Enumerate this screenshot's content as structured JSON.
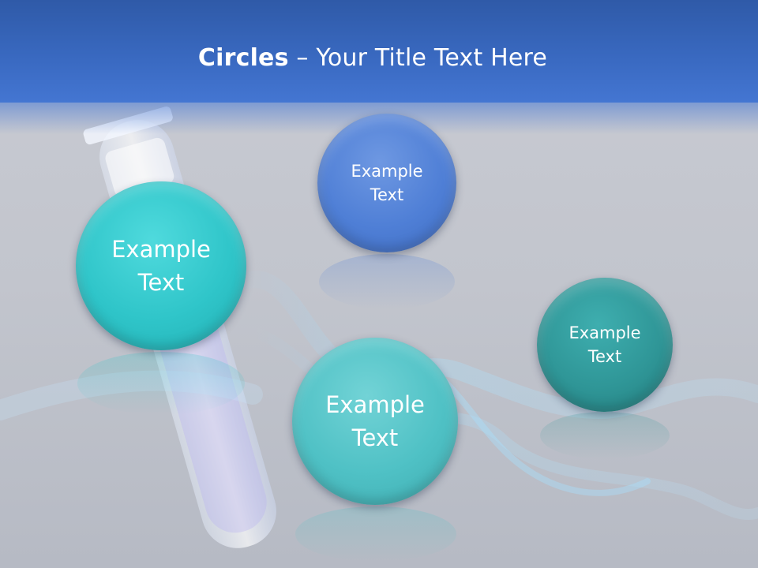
{
  "slide": {
    "title_strong": "Circles",
    "title_rest": " – Your Title Text Here"
  },
  "circles": [
    {
      "label_line1": "Example",
      "label_line2": "Text",
      "color": "#4f7fd6"
    },
    {
      "label_line1": "Example",
      "label_line2": "Text",
      "color": "#2fc5c9"
    },
    {
      "label_line1": "Example",
      "label_line2": "Text",
      "color": "#2f9697"
    },
    {
      "label_line1": "Example",
      "label_line2": "Text",
      "color": "#4fc1c5"
    }
  ],
  "colors": {
    "header": "#3a6ac2",
    "background": "#c4c7cf"
  }
}
